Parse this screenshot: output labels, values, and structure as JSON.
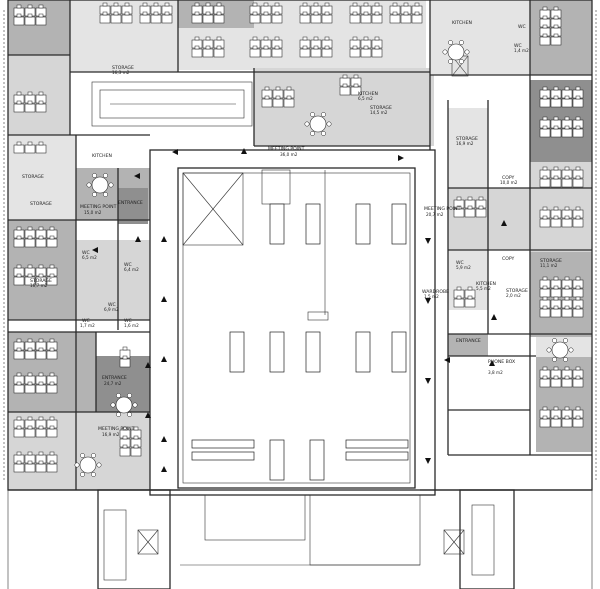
{
  "plan": {
    "zone_colors": {
      "dark": "#8f8f8f",
      "medium": "#b3b3b3",
      "light": "#d6d6d6",
      "lighter": "#e4e4e4",
      "white": "#ffffff"
    },
    "labels": [
      {
        "id": "storage-top",
        "name": "STORAGE",
        "area": "16,3 m2"
      },
      {
        "id": "kitchen-top",
        "name": "KITCHEN",
        "area": "6,5 m2"
      },
      {
        "id": "storage-top-right",
        "name": "STORAGE",
        "area": "14,5 m2"
      },
      {
        "id": "meeting-point-top",
        "name": "MEETING POINT",
        "area": "36,0 m2"
      },
      {
        "id": "kitchen-left",
        "name": "KITCHEN",
        "area": ""
      },
      {
        "id": "storage-left-1",
        "name": "STORAGE",
        "area": ""
      },
      {
        "id": "storage-left-2",
        "name": "STORAGE",
        "area": ""
      },
      {
        "id": "meeting-point-left",
        "name": "MEETING POINT",
        "area": "15,0 m2"
      },
      {
        "id": "entrance-top-left",
        "name": "ENTRANCE",
        "area": ""
      },
      {
        "id": "wc-left",
        "name": "WC",
        "area": "6,5 m2"
      },
      {
        "id": "storage-left-3",
        "name": "STORAGE",
        "area": "16,7 m2"
      },
      {
        "id": "wc-left-2",
        "name": "WC",
        "area": "6,4 m2"
      },
      {
        "id": "wc-left-3",
        "name": "WC",
        "area": "6,9 m2"
      },
      {
        "id": "wc-left-4",
        "name": "WC",
        "area": "1,7 m2"
      },
      {
        "id": "wc-left-5",
        "name": "WC",
        "area": "1,6 m2"
      },
      {
        "id": "entrance-left",
        "name": "ENTRANCE",
        "area": "24,7 m2"
      },
      {
        "id": "meeting-point-bottom-left",
        "name": "MEETING POINT",
        "area": "16,9 m2"
      },
      {
        "id": "kitchen-right-top",
        "name": "KITCHEN",
        "area": ""
      },
      {
        "id": "wc-right-1",
        "name": "WC",
        "area": ""
      },
      {
        "id": "wc-right-2",
        "name": "WC",
        "area": "1,4 m2"
      },
      {
        "id": "storage-right-1",
        "name": "STORAGE",
        "area": "16,9 m2"
      },
      {
        "id": "copy-right",
        "name": "COPY",
        "area": "10,0 m2"
      },
      {
        "id": "meeting-point-right",
        "name": "MEETING POINT",
        "area": "20,7 m2"
      },
      {
        "id": "wc-right-3",
        "name": "WC",
        "area": "5,9 m2"
      },
      {
        "id": "copy-right-2",
        "name": "COPY",
        "area": ""
      },
      {
        "id": "storage-right-2",
        "name": "STORAGE",
        "area": "11,1 m2"
      },
      {
        "id": "kitchen-right",
        "name": "KITCHEN",
        "area": "5,5 m2"
      },
      {
        "id": "wardrobe",
        "name": "WARDROBE",
        "area": "1,5 m2"
      },
      {
        "id": "storage-right-3",
        "name": "STORAGE",
        "area": "2,0 m2"
      },
      {
        "id": "entrance-right",
        "name": "ENTRANCE",
        "area": ""
      },
      {
        "id": "phone-box",
        "name": "PHONE BOX",
        "area": "3,8 m2"
      }
    ]
  }
}
